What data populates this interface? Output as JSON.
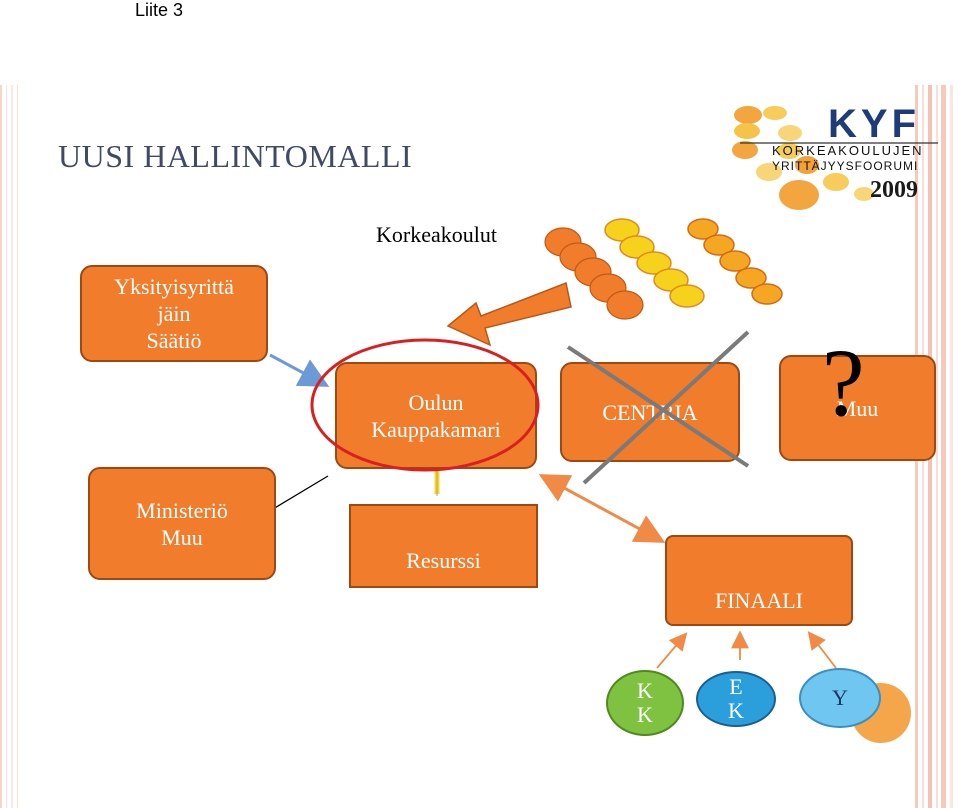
{
  "header": {
    "appendix_label": "Liite 3"
  },
  "slide": {
    "title": "UUSI HALLINTOMALLI",
    "logo": {
      "brand": "KYF",
      "line1": "KORKEAKOULUJEN",
      "line2": "YRITTÄJYYSFOORUMI",
      "year": "2009"
    }
  },
  "diagram": {
    "korkeakoulut_label": "Korkeakoulut",
    "nodes": {
      "yksityis": "Yksityisyrittä\njäin\nSäätiö",
      "ministerio": "Ministeriö\nMuu",
      "oulun": "Oulun\nKauppakamari",
      "centria": "CENTRIA",
      "muu": "Muu",
      "resurssi": "Resurssi",
      "finaali": "FINAALI",
      "kk": "K\nK",
      "ek": "E\nK",
      "y": "Y"
    },
    "question_mark": "?"
  },
  "colors": {
    "box_fill": "#f07c2c",
    "box_border": "#9c4a12",
    "title": "#3e4a67",
    "red_ellipse": "#d82020",
    "cross": "#7a7a7a",
    "arrow_blue": "#6d9ad6",
    "kk_circle": "#7fc242",
    "ek_circle": "#2a9fdc",
    "y_circle": "#6fc6f0",
    "yellow_dot": "#f7d21c"
  }
}
